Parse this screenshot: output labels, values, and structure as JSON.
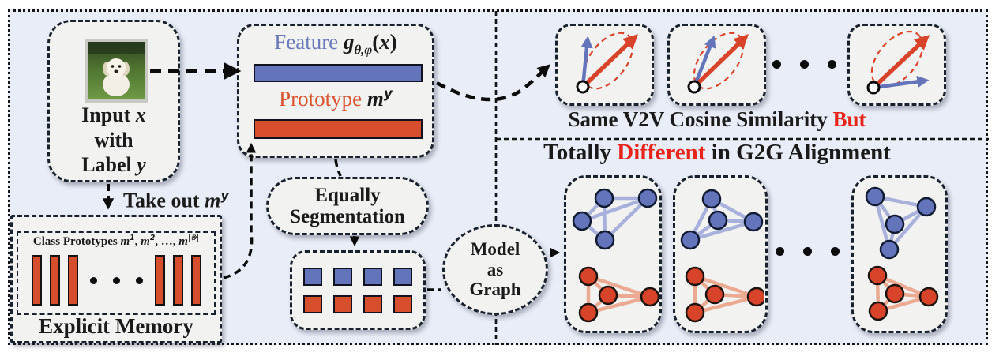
{
  "colors": {
    "background": "#e9edf7",
    "panel_fill": "#f2f2f0",
    "blue": "#6474bb",
    "blue_edge_light": "#a8b1dc",
    "red": "#d8442a",
    "red_edge_light": "#edaa93",
    "feature_text_blue": "#6b7abc",
    "prototype_text_red": "#d9532f",
    "highlight_red": "#e8231a",
    "border_dark": "#18222f"
  },
  "input_box": {
    "w1": "Input",
    "v1": "x",
    "w2": "with",
    "w3": "Label",
    "v3": "y"
  },
  "feature_box": {
    "feature_label": "Feature",
    "g": "g",
    "g_sub": "θ,φ",
    "open": "(",
    "x": "x",
    "close": ")",
    "prototype_label": "Prototype",
    "m": "m",
    "m_sup": "y"
  },
  "take_out": {
    "text": "Take out",
    "m": "m",
    "sup": "y"
  },
  "memory": {
    "title": "Class Prototypes",
    "m1": "m",
    "s1": "1",
    "c1": ", ",
    "m2": "m",
    "s2": "2",
    "c2": ", …, ",
    "m3": "m",
    "s3": "|𝒴|",
    "footer": "Explicit Memory"
  },
  "segmentation": {
    "l1": "Equally",
    "l2": "Segmentation"
  },
  "model_node": {
    "l1": "Model",
    "l2": "as",
    "l3": "Graph"
  },
  "captions": {
    "top_text": "Same V2V Cosine Similarity",
    "top_hl": "But",
    "bot_pre": "Totally",
    "bot_hl": "Different",
    "bot_post": "in G2G Alignment"
  },
  "misc": {
    "dot": "•"
  }
}
